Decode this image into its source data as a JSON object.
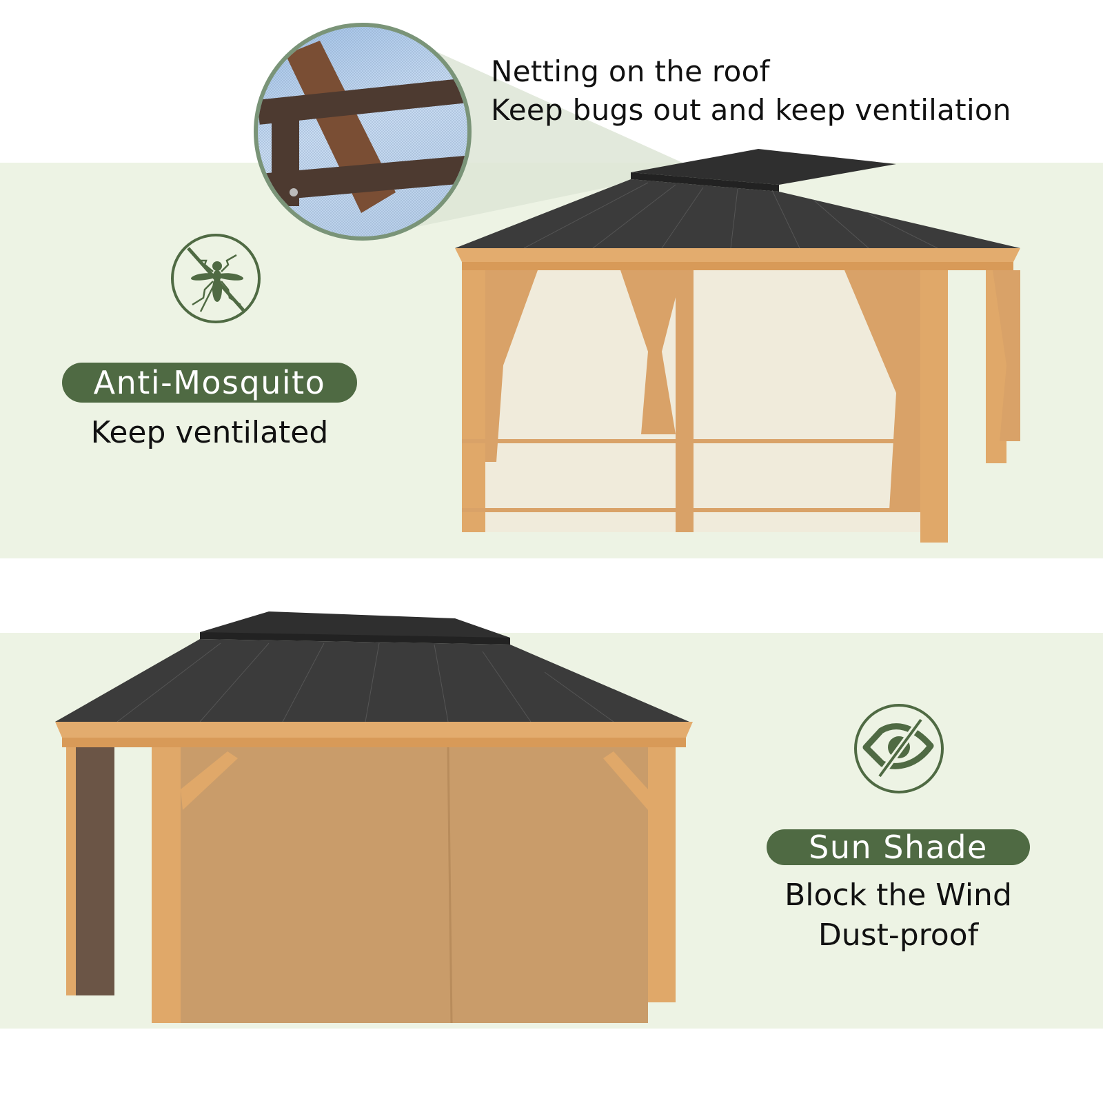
{
  "colors": {
    "band_background": "#edf3e4",
    "accent_green": "#4f6a43",
    "magnifier_border": "#7a9478",
    "roof": "#3a3a3a",
    "wood": "#e0a869",
    "curtain": "#c99c6a"
  },
  "roof_callout": {
    "line1": "Netting on the roof",
    "line2": "Keep bugs out and keep ventilation",
    "magnifier_image": "roof-netting-closeup"
  },
  "features": [
    {
      "icon": "no-mosquito-icon",
      "badge": "Anti-Mosquito",
      "lines": [
        "Keep ventilated"
      ]
    },
    {
      "icon": "eye-slash-icon",
      "badge": "Sun Shade",
      "lines": [
        "Block the Wind",
        "Dust-proof"
      ]
    }
  ],
  "images": {
    "top": "gazebo-with-mosquito-netting",
    "bottom": "gazebo-with-closed-curtains"
  }
}
